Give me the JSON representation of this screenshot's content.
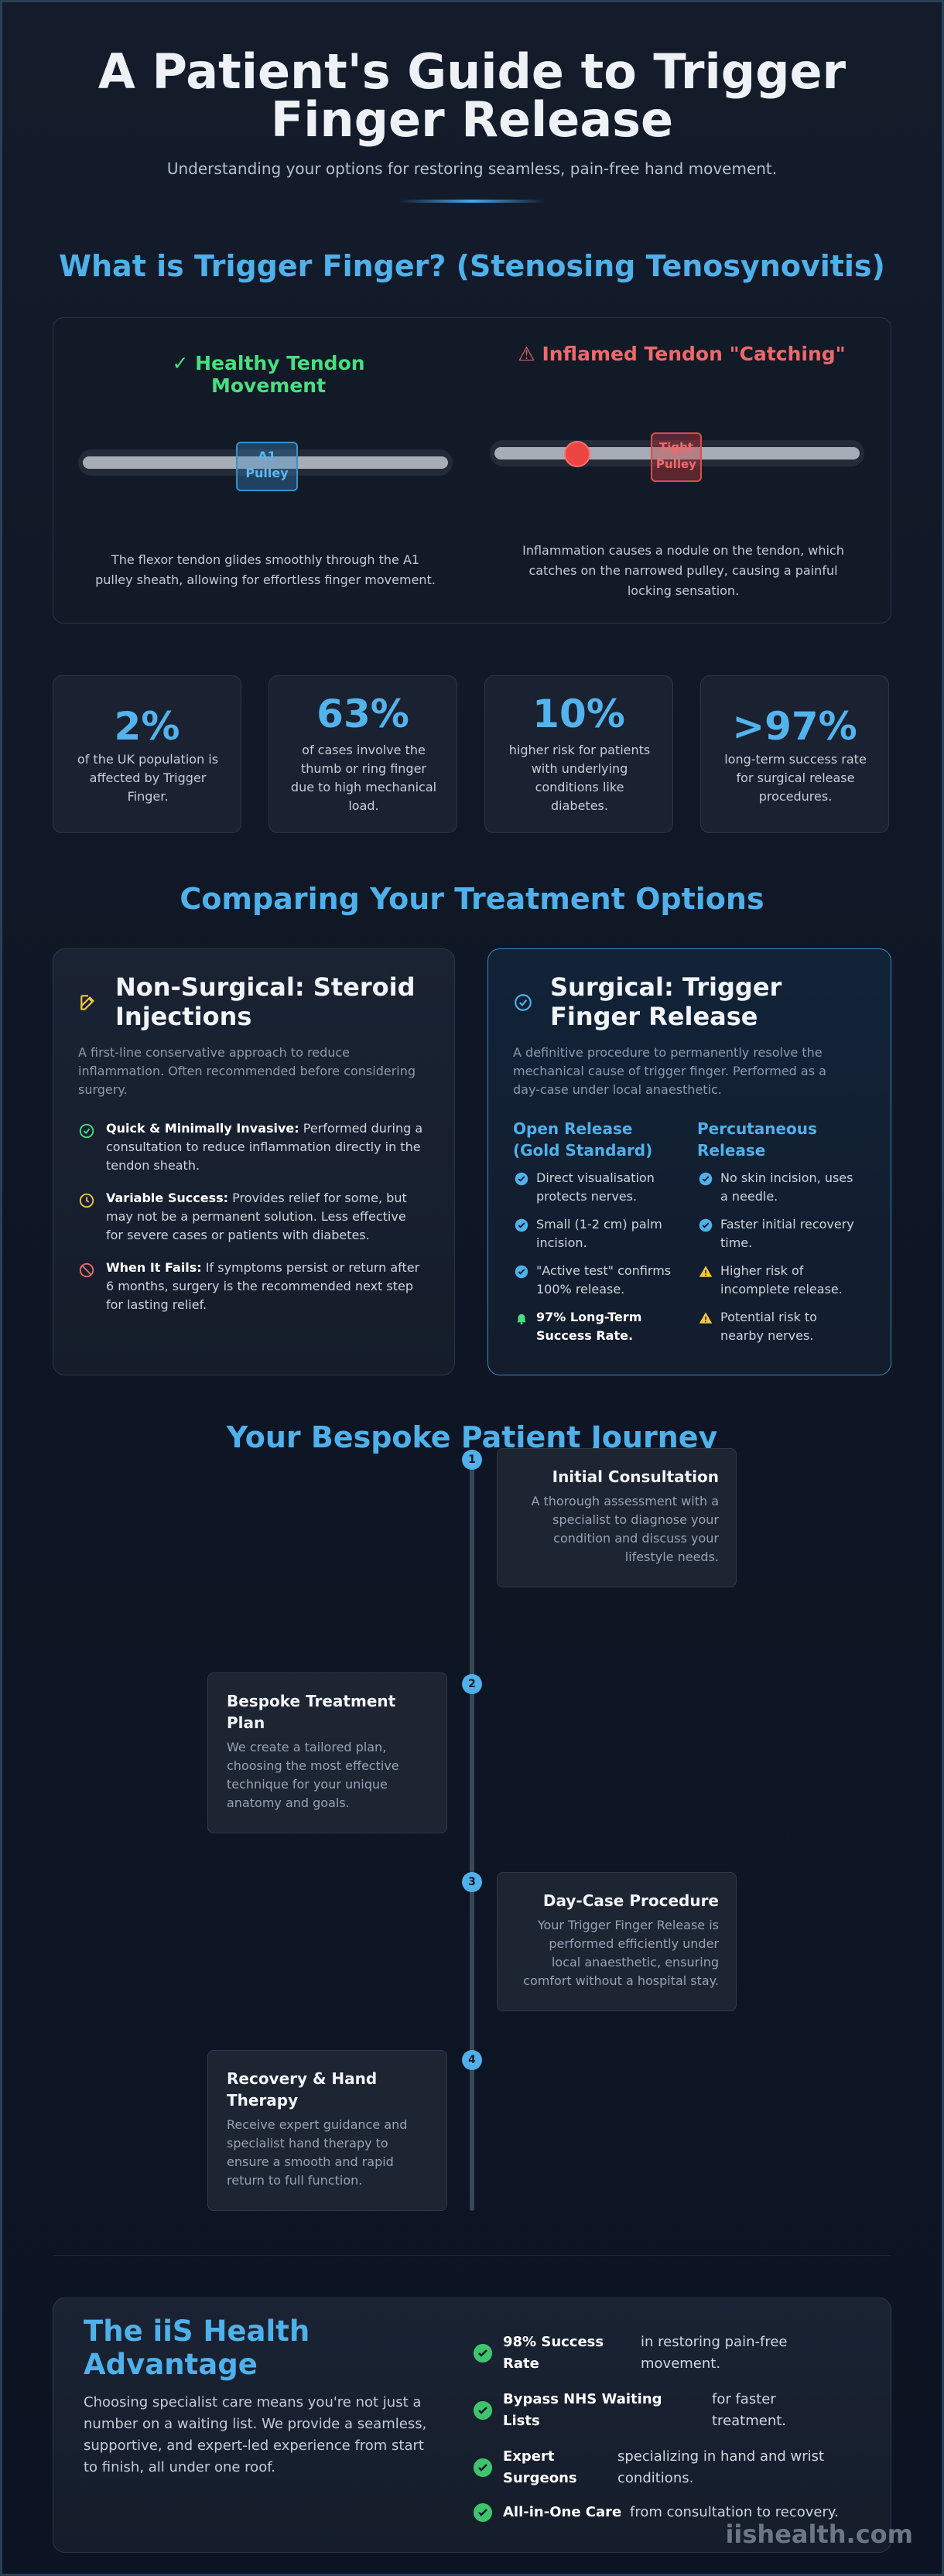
{
  "header": {
    "title_line1": "A Patient's Guide to Trigger",
    "title_line2": "Finger Release",
    "subtitle": "Understanding your options for restoring seamless, pain-free hand movement."
  },
  "what_is": {
    "section_title": "What is Trigger Finger? (Stenosing Tenosynovitis)",
    "healthy": {
      "heading": "Healthy Tendon Movement",
      "pulley_line1": "A1",
      "pulley_line2": "Pulley",
      "caption_line1": "The flexor tendon glides smoothly through the A1",
      "caption_line2": "pulley sheath, allowing for effortless finger movement."
    },
    "inflamed": {
      "heading": "Inflamed Tendon \"Catching\"",
      "pulley_line1": "Tight",
      "pulley_line2": "Pulley",
      "caption_line1": "Inflammation causes a nodule on the tendon, which",
      "caption_line2": "catches on the narrowed pulley, causing a painful",
      "caption_line3": "locking sensation."
    }
  },
  "stats": [
    {
      "value": "2%",
      "l1": "of the UK population is",
      "l2": "affected by Trigger",
      "l3": "Finger.",
      "l4": ""
    },
    {
      "value": "63%",
      "l1": "of cases involve the",
      "l2": "thumb or ring finger",
      "l3": "due to high mechanical",
      "l4": "load."
    },
    {
      "value": "10%",
      "l1": "higher risk for patients",
      "l2": "with underlying",
      "l3": "conditions like",
      "l4": "diabetes."
    },
    {
      "value": ">97%",
      "l1": "long-term success rate",
      "l2": "for surgical release",
      "l3": "procedures.",
      "l4": ""
    }
  ],
  "treatments": {
    "section_title": "Comparing Your Treatment Options",
    "non_surgical": {
      "title_line1": "Non-Surgical: Steroid",
      "title_line2": "Injections",
      "desc_line1": "A first-line conservative approach to reduce",
      "desc_line2": "inflammation. Often recommended before considering",
      "desc_line3": "surgery.",
      "features": [
        {
          "bold": "Quick & Minimally Invasive:",
          "l1": " Performed during a",
          "l2": "consultation to reduce inflammation directly in the",
          "l3": "tendon sheath."
        },
        {
          "bold": "Variable Success:",
          "l1": " Provides relief for some, but",
          "l2": "may not be a permanent solution. Less effective",
          "l3": "for severe cases or patients with diabetes."
        },
        {
          "bold": "When It Fails:",
          "l1": " If symptoms persist or return after",
          "l2": "6 months, surgery is the recommended next step",
          "l3": "for lasting relief."
        }
      ]
    },
    "surgical": {
      "title_line1": "Surgical: Trigger",
      "title_line2": "Finger Release",
      "desc_line1": "A definitive procedure to permanently resolve the",
      "desc_line2": "mechanical cause of trigger finger. Performed as a",
      "desc_line3": "day-case under local anaesthetic.",
      "open": {
        "head_line1": "Open Release",
        "head_line2": "(Gold Standard)",
        "items": [
          {
            "l1": "Direct visualisation",
            "l2": "protects nerves."
          },
          {
            "l1": "Small (1-2 cm) palm",
            "l2": "incision."
          },
          {
            "l1": "\"Active test\" confirms",
            "l2": "100% release."
          },
          {
            "l1": "97% Long-Term",
            "l2": "Success Rate."
          }
        ]
      },
      "percutaneous": {
        "head_line1": "Percutaneous",
        "head_line2": "Release",
        "items": [
          {
            "l1": "No skin incision, uses",
            "l2": "a needle."
          },
          {
            "l1": "Faster initial recovery",
            "l2": "time."
          },
          {
            "l1": "Higher risk of",
            "l2": "incomplete release."
          },
          {
            "l1": "Potential risk to",
            "l2": "nearby nerves."
          }
        ]
      }
    }
  },
  "journey": {
    "section_title": "Your Bespoke Patient Journey",
    "steps": [
      {
        "num": "1",
        "title_l1": "Initial Consultation",
        "title_l2": "",
        "l1": "A thorough assessment with a",
        "l2": "specialist to diagnose your",
        "l3": "condition and discuss your",
        "l4": "lifestyle needs."
      },
      {
        "num": "2",
        "title_l1": "Bespoke Treatment",
        "title_l2": "Plan",
        "l1": "We create a tailored plan,",
        "l2": "choosing the most effective",
        "l3": "technique for your unique",
        "l4": "anatomy and goals."
      },
      {
        "num": "3",
        "title_l1": "Day-Case Procedure",
        "title_l2": "",
        "l1": "Your Trigger Finger Release is",
        "l2": "performed efficiently under",
        "l3": "local anaesthetic, ensuring",
        "l4": "comfort without a hospital stay."
      },
      {
        "num": "4",
        "title_l1": "Recovery & Hand",
        "title_l2": "Therapy",
        "l1": "Receive expert guidance and",
        "l2": "specialist hand therapy to",
        "l3": "ensure a smooth and rapid",
        "l4": "return to full function."
      }
    ]
  },
  "advantage": {
    "title_line1": "The iiS Health",
    "title_line2": "Advantage",
    "text_line1": "Choosing specialist care means you're not just a",
    "text_line2": "number on a waiting list. We provide a seamless,",
    "text_line3": "supportive, and expert-led experience from start",
    "text_line4": "to finish, all under one roof.",
    "items": [
      {
        "k1": "98% Success",
        "k2": "Rate",
        "v1": "in restoring pain-free",
        "v2": "movement."
      },
      {
        "k1": "Bypass NHS Waiting",
        "k2": "Lists",
        "v1": "for faster",
        "v2": "treatment."
      },
      {
        "k1": "Expert",
        "k2": "Surgeons",
        "v1": "specializing in hand and wrist",
        "v2": "conditions."
      },
      {
        "k1": "All-in-One Care",
        "k2": "",
        "v1": "from consultation to recovery.",
        "v2": ""
      }
    ]
  },
  "footer": {
    "brand": "iishealth.com"
  },
  "colors": {
    "accent_blue": "#4fb0ea",
    "healthy_green": "#4ade80",
    "warning_red": "#f06868",
    "caution_yellow": "#f5c542"
  }
}
